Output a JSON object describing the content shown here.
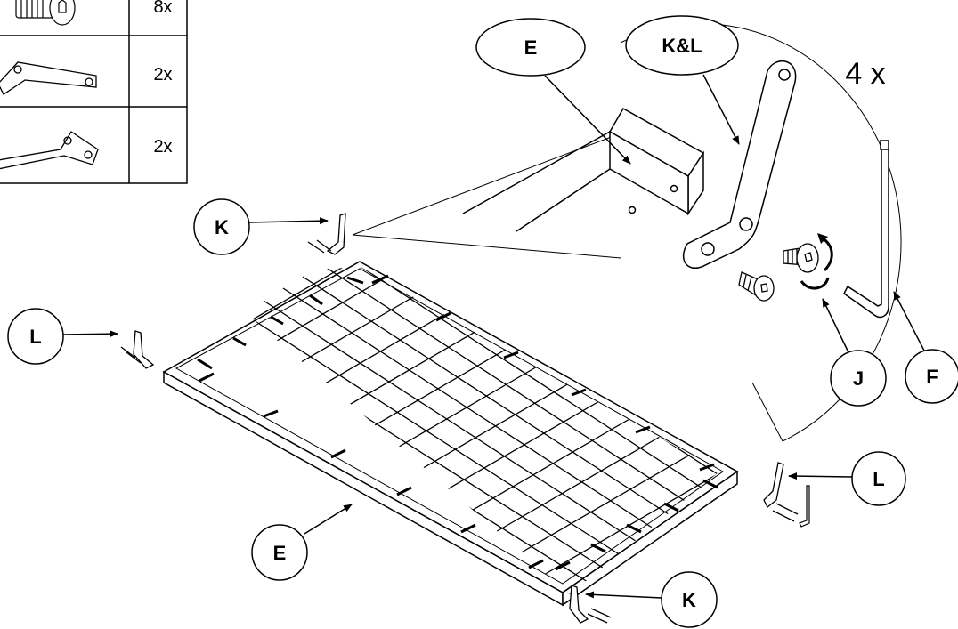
{
  "parts_table": {
    "rows": [
      {
        "part": "bolt",
        "quantity": "8x"
      },
      {
        "part": "bracket",
        "quantity": "2x"
      },
      {
        "part": "bracket",
        "quantity": "2x"
      }
    ]
  },
  "detail": {
    "multiplier": "4 x",
    "callouts": {
      "E": "E",
      "KL": "K&L",
      "J": "J",
      "F": "F"
    }
  },
  "main": {
    "callouts": {
      "K_top": "K",
      "L_left": "L",
      "L_right": "L",
      "E_bottom": "E",
      "K_bottom": "K"
    }
  }
}
